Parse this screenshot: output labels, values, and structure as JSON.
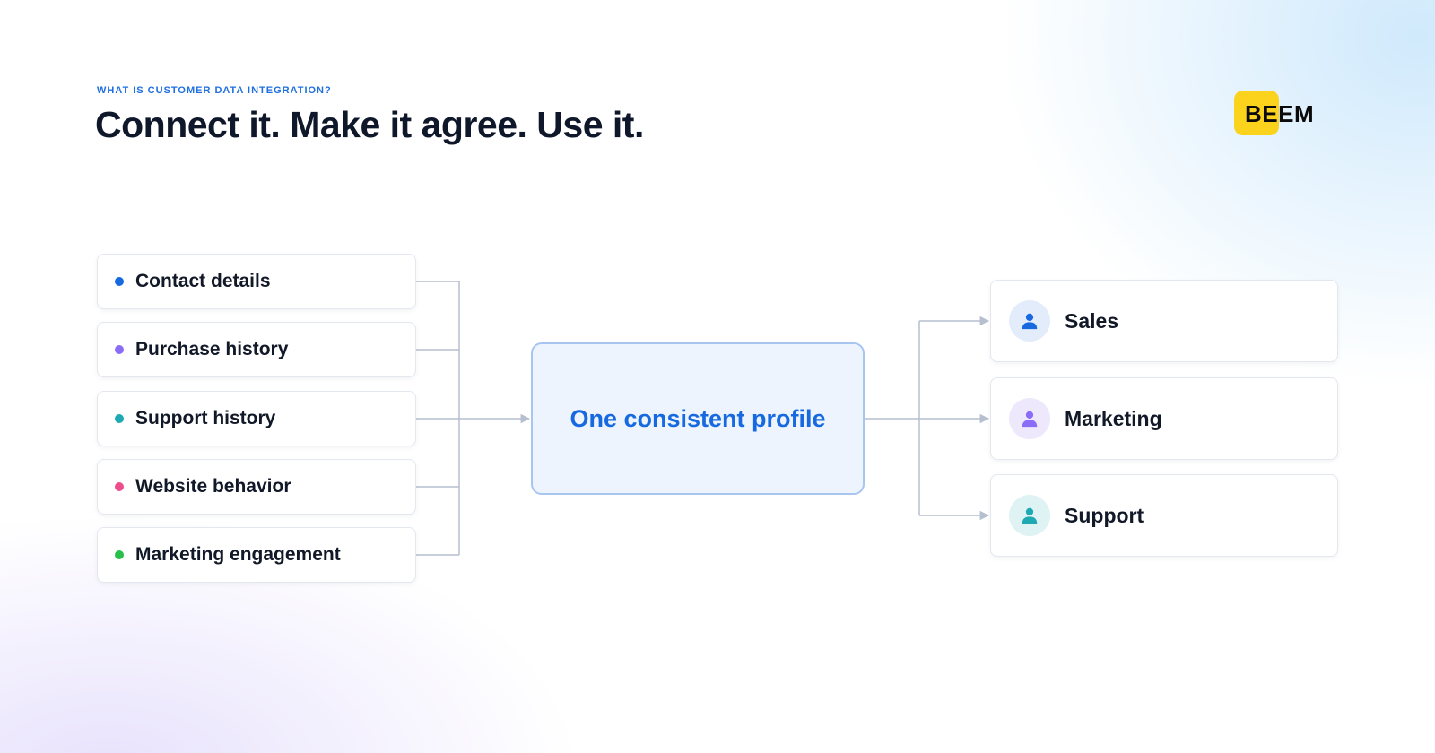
{
  "header": {
    "eyebrow": "WHAT IS CUSTOMER DATA INTEGRATION?",
    "title": "Connect it. Make it agree. Use it."
  },
  "brand": {
    "logo_text": "BEEM",
    "logo_color": "#fbd31c"
  },
  "sources": [
    {
      "label": "Contact details",
      "dot_color": "#1769e0"
    },
    {
      "label": "Purchase history",
      "dot_color": "#8b6cf6"
    },
    {
      "label": "Support history",
      "dot_color": "#1fa9b3"
    },
    {
      "label": "Website behavior",
      "dot_color": "#ec4e8c"
    },
    {
      "label": "Marketing engagement",
      "dot_color": "#27c04a"
    }
  ],
  "hub": {
    "label": "One consistent profile"
  },
  "destinations": [
    {
      "label": "Sales",
      "icon": "user-icon",
      "icon_color": "#1769e0",
      "avatar_bg": "#e3ecfb"
    },
    {
      "label": "Marketing",
      "icon": "user-icon",
      "icon_color": "#8b6cf6",
      "avatar_bg": "#ede8fc"
    },
    {
      "label": "Support",
      "icon": "user-icon",
      "icon_color": "#1fa9b3",
      "avatar_bg": "#dff3f4"
    }
  ],
  "colors": {
    "connector": "#b5bfcf",
    "heading": "#0f172a",
    "accent": "#1769e0"
  }
}
